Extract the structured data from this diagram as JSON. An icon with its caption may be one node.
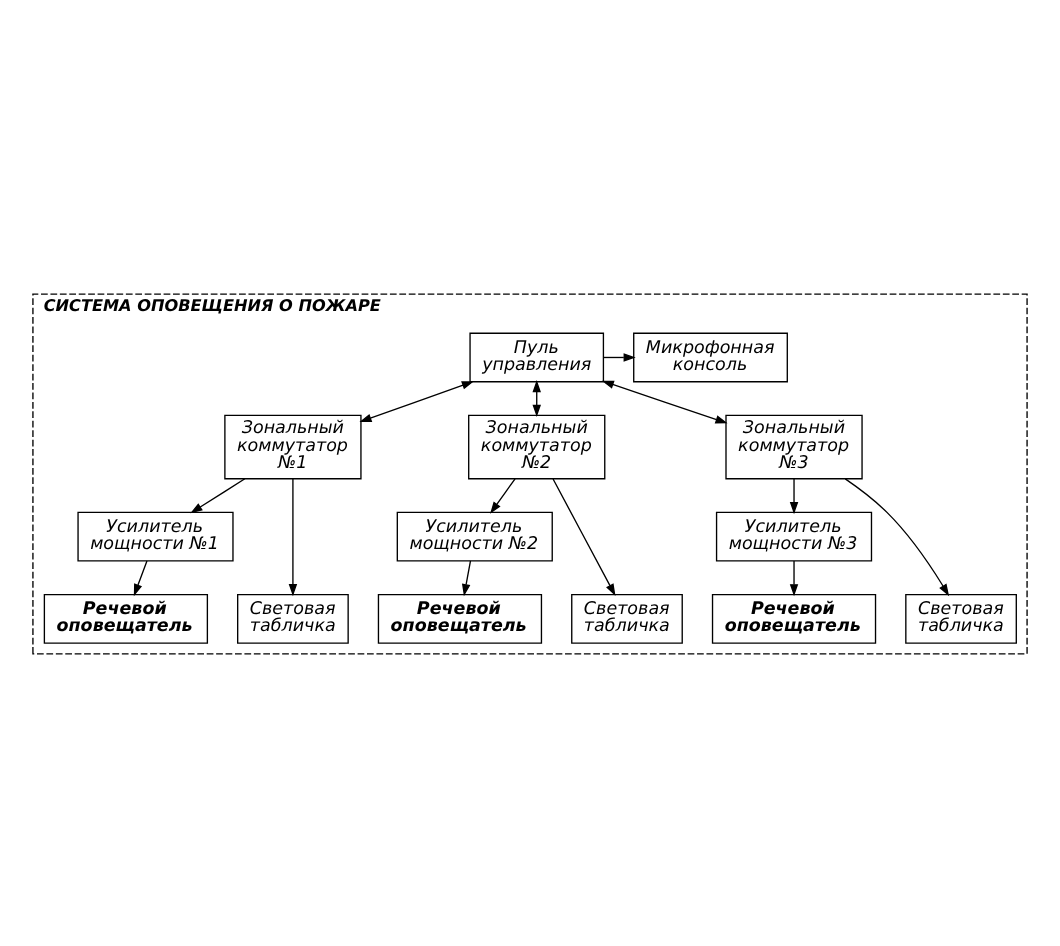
{
  "diagram": {
    "nodes": [
      {
        "text": [
          "СИСТЕМА ОПОВЕЩЕНИЯ О ПОЖАРЕ"
        ]
      },
      {
        "text": [
          "Пуль управления"
        ],
        "in": 0
      },
      {
        "text": [
          "Микрофонная консоль"
        ],
        "in": 0
      },
      {
        "text": [
          "Зональный коммутатор №1"
        ],
        "in": 0
      },
      {
        "text": [
          "Зональный коммутатор №2"
        ],
        "in": 0
      },
      {
        "text": [
          "Зональный коммутатор №3"
        ],
        "in": 0
      },
      {
        "text": [
          "Усилитель мощности №1"
        ],
        "in": 0
      },
      {
        "text": [
          "Усилитель мощности №2"
        ],
        "in": 0
      },
      {
        "text": [
          "Усилитель мощности №3"
        ],
        "in": 0
      },
      {
        "text": [
          "Речевой оповещатель"
        ],
        "in": 0
      },
      {
        "text": [
          "Речевой оповещатель"
        ],
        "in": 0
      },
      {
        "text": [
          "Речевой оповещатель"
        ],
        "in": 0
      },
      {
        "text": [
          "Световая табличка"
        ],
        "in": 0
      },
      {
        "text": [
          "Световая табличка"
        ],
        "in": 0
      },
      {
        "text": [
          "Световая табличка"
        ],
        "in": 0
      }
    ],
    "edges": [
      {
        "from": 1,
        "to": 2,
        "arrow": "to"
      },
      {
        "from": 1,
        "to": 3,
        "arrow": "both"
      },
      {
        "from": 1,
        "to": 4,
        "arrow": "both"
      },
      {
        "from": 1,
        "to": 5,
        "arrow": "both"
      },
      {
        "from": 3,
        "to": 6,
        "arrow": "to"
      },
      {
        "from": 3,
        "to": 12,
        "arrow": "to"
      },
      {
        "from": 4,
        "to": 7,
        "arrow": "to"
      },
      {
        "from": 4,
        "to": 13,
        "arrow": "to"
      },
      {
        "from": 5,
        "to": 8,
        "arrow": "to"
      },
      {
        "from": 5,
        "to": 14,
        "arrow": "to"
      },
      {
        "from": 6,
        "to": 9,
        "arrow": "to"
      },
      {
        "from": 7,
        "to": 10,
        "arrow": "to"
      },
      {
        "from": 8,
        "to": 11,
        "arrow": "to"
      }
    ]
  }
}
